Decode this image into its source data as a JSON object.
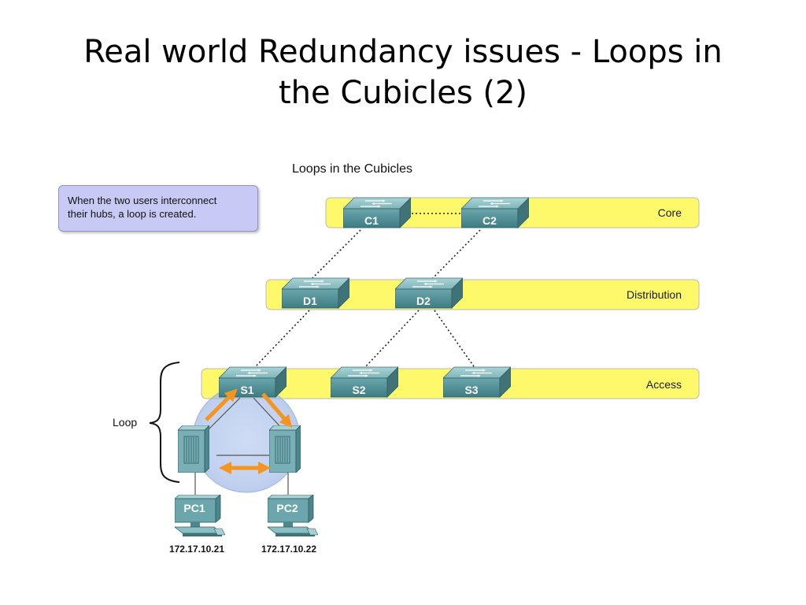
{
  "slide": {
    "title_line1": "Real world Redundancy issues - Loops in",
    "title_line2": "the Cubicles (2)"
  },
  "diagram": {
    "caption": "Loops in the Cubicles",
    "callout_line1": "When the two users interconnect",
    "callout_line2": "their hubs, a loop is created.",
    "layers": {
      "core": "Core",
      "distribution": "Distribution",
      "access": "Access"
    },
    "switches": {
      "c1": "C1",
      "c2": "C2",
      "d1": "D1",
      "d2": "D2",
      "s1": "S1",
      "s2": "S2",
      "s3": "S3"
    },
    "pcs": {
      "pc1": "PC1",
      "pc2": "PC2"
    },
    "ip_addresses": {
      "pc1": "172.17.10.21",
      "pc2": "172.17.10.22"
    },
    "loop_label": "Loop"
  },
  "colors": {
    "layer_band": "#fdf96a",
    "switch_body": "#5f9da3",
    "loop_arrows": "#f5941f",
    "callout_fill": "#c8c9f4"
  }
}
